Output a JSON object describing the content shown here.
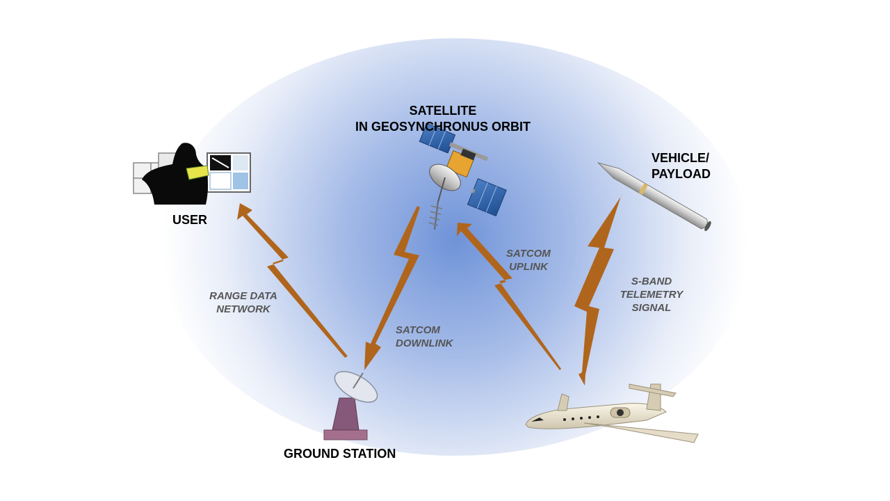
{
  "nodes": {
    "satellite": {
      "line1": "SATELLITE",
      "line2": "IN GEOSYNCHRONUS ORBIT"
    },
    "user": {
      "label": "USER"
    },
    "vehicle": {
      "line1": "VEHICLE/",
      "line2": "PAYLOAD"
    },
    "ground_station": {
      "label": "GROUND STATION"
    }
  },
  "links": {
    "range_data": {
      "line1": "RANGE DATA",
      "line2": "NETWORK"
    },
    "satcom_downlink": {
      "line1": "SATCOM",
      "line2": "DOWNLINK"
    },
    "satcom_uplink": {
      "line1": "SATCOM",
      "line2": "UPLINK"
    },
    "s_band": {
      "line1": "S-BAND",
      "line2": "TELEMETRY",
      "line3": "SIGNAL"
    }
  },
  "icons": [
    "satellite-icon",
    "user-workstation-icon",
    "missile-icon",
    "ground-station-dish-icon",
    "business-jet-icon"
  ],
  "colors": {
    "bolt": "#b0651c",
    "glow": "#6f93d8",
    "label_gray": "#555555"
  }
}
